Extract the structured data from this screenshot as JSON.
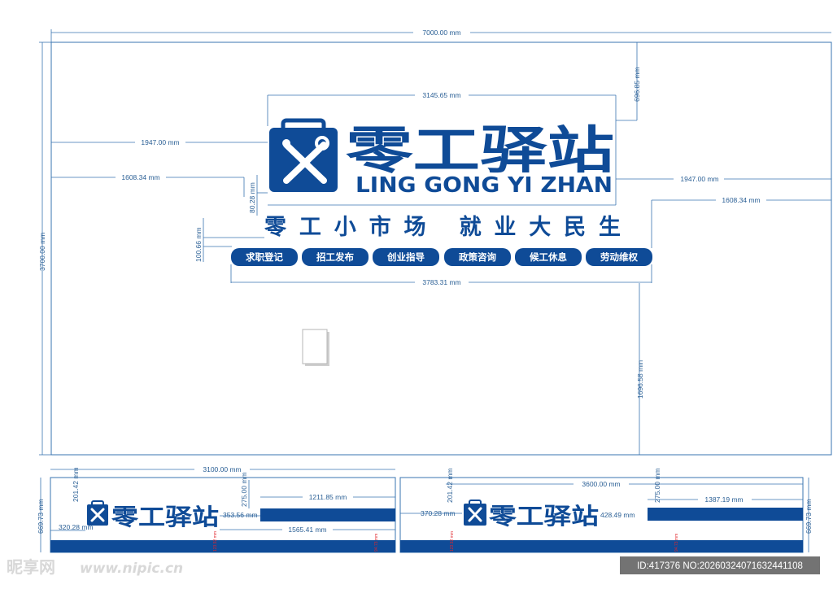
{
  "main_sign": {
    "title_cn": "零工驿站",
    "title_en": "LING GONG YI ZHAN",
    "slogan": "零工小市场  就业大民生",
    "services": [
      "求职登记",
      "招工发布",
      "创业指导",
      "政策咨询",
      "候工休息",
      "劳动维权"
    ]
  },
  "dimensions": {
    "total_width": "7000.00 mm",
    "total_height": "3700.00 mm",
    "logo_width": "3145.65 mm",
    "top_margin": "696.85 mm",
    "left_margin": "1947.00 mm",
    "right_margin": "1947.00 mm",
    "left_pill_margin": "1608.34 mm",
    "right_pill_margin": "1608.34 mm",
    "en_gap": "80.28 mm",
    "slogan_gap": "100.66 mm",
    "pills_width": "3783.31 mm",
    "bottom_gap": "1696.58 mm"
  },
  "small_sign_left": {
    "title": "零工驿站",
    "width": "3100.00 mm",
    "height": "669.73 mm",
    "top_gap": "201.42 mm",
    "stripe_gap": "275.00 mm",
    "stripe_len": "1211.85 mm",
    "logo_len": "353.56 mm",
    "lower_len": "1565.41 mm",
    "side_gap": "320.28 mm",
    "red_a": "123.92 mm",
    "red_b": "94.73 mm"
  },
  "small_sign_right": {
    "title": "零工驿站",
    "width": "3600.00 mm",
    "height": "669.73 mm",
    "top_gap": "201.42 mm",
    "stripe_gap": "275.00 mm",
    "stripe_len": "1387.19 mm",
    "logo_len": "428.49 mm",
    "side_gap": "370.28 mm",
    "red_a": "123.92 mm",
    "red_b": "94.73 mm"
  },
  "watermark": {
    "site_cn": "昵享网",
    "site_url": "www.nipic.cn",
    "id_text": "ID:417376 NO:20260324071632441108"
  },
  "colors": {
    "brand_blue": "#0f4b97",
    "dim_blue": "#3a74b0",
    "accent_red": "#e0252b"
  }
}
